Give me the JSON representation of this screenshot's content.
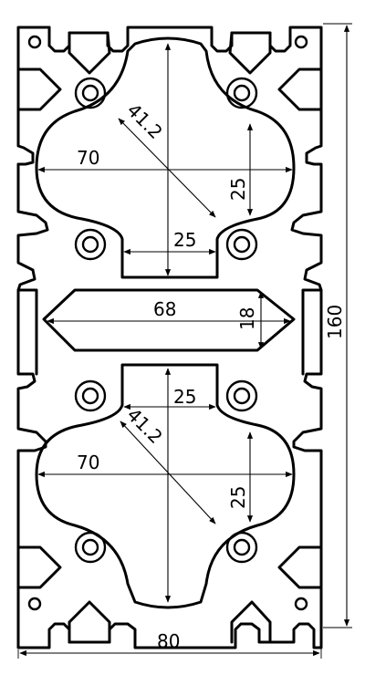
{
  "drawing": {
    "description_labels": {
      "overall_width": "80",
      "overall_height": "160",
      "upper_cavity": {
        "width": "70",
        "diagonal": "41.2",
        "lobe_height": "25",
        "neck_width": "25"
      },
      "center_slot": {
        "width": "68",
        "height": "18"
      },
      "lower_cavity": {
        "width": "70",
        "diagonal": "41.2",
        "lobe_height": "25",
        "neck_width": "25"
      }
    }
  }
}
